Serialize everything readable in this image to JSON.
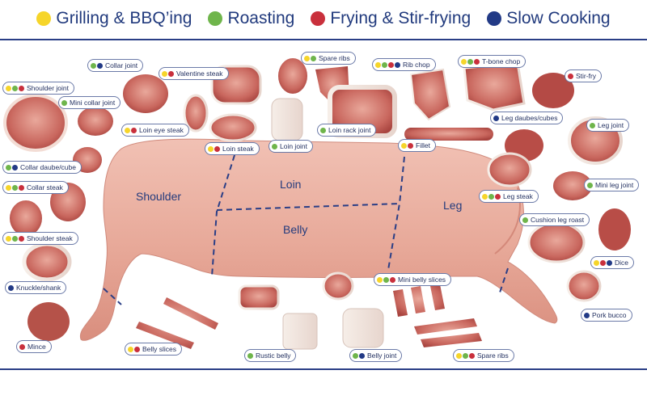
{
  "legend": [
    {
      "key": "grilling",
      "label": "Grilling & BBQ’ing",
      "color": "#f6d52a"
    },
    {
      "key": "roasting",
      "label": "Roasting",
      "color": "#6fb54b"
    },
    {
      "key": "frying",
      "label": "Frying & Stir-frying",
      "color": "#c9303c"
    },
    {
      "key": "slow",
      "label": "Slow Cooking",
      "color": "#223a86"
    }
  ],
  "sections": {
    "shoulder": "Shoulder",
    "loin": "Loin",
    "belly": "Belly",
    "leg": "Leg"
  },
  "cuts": {
    "shoulder_joint": "Shoulder joint",
    "mini_collar_joint": "Mini collar joint",
    "collar_joint": "Collar joint",
    "valentine_steak": "Valentine steak",
    "spare_ribs_top": "Spare ribs",
    "rib_chop": "Rib chop",
    "tbone_chop": "T-bone chop",
    "stir_fry": "Stir-fry",
    "loin_eye_steak": "Loin eye steak",
    "loin_rack_joint": "Loin rack joint",
    "loin_joint": "Loin joint",
    "loin_steak": "Loin steak",
    "fillet": "Fillet",
    "leg_daubes": "Leg daubes/cubes",
    "leg_joint": "Leg joint",
    "collar_daube": "Collar daube/cube",
    "collar_steak": "Collar steak",
    "mini_leg_joint": "Mini leg joint",
    "leg_steak": "Leg steak",
    "cushion_leg_roast": "Cushion leg roast",
    "shoulder_steak": "Shoulder steak",
    "dice": "Dice",
    "knuckle_shank": "Knuckle/shank",
    "mini_belly_slices": "Mini belly slices",
    "pork_bucco": "Pork bucco",
    "mince": "Mince",
    "belly_slices": "Belly slices",
    "rustic_belly": "Rustic belly",
    "belly_joint": "Belly joint",
    "spare_ribs_bottom": "Spare ribs"
  },
  "methods": {
    "shoulder_joint": [
      "grilling",
      "roasting",
      "frying"
    ],
    "mini_collar_joint": [
      "roasting"
    ],
    "collar_joint": [
      "roasting",
      "slow"
    ],
    "valentine_steak": [
      "grilling",
      "frying"
    ],
    "spare_ribs_top": [
      "grilling",
      "roasting"
    ],
    "rib_chop": [
      "grilling",
      "roasting",
      "frying",
      "slow"
    ],
    "tbone_chop": [
      "grilling",
      "roasting",
      "frying"
    ],
    "stir_fry": [
      "frying"
    ],
    "loin_eye_steak": [
      "grilling",
      "frying"
    ],
    "loin_rack_joint": [
      "roasting"
    ],
    "loin_joint": [
      "roasting"
    ],
    "loin_steak": [
      "grilling",
      "frying"
    ],
    "fillet": [
      "grilling",
      "frying"
    ],
    "leg_daubes": [
      "slow"
    ],
    "leg_joint": [
      "roasting"
    ],
    "collar_daube": [
      "roasting",
      "slow"
    ],
    "collar_steak": [
      "grilling",
      "roasting",
      "frying"
    ],
    "mini_leg_joint": [
      "roasting"
    ],
    "leg_steak": [
      "grilling",
      "roasting",
      "frying"
    ],
    "cushion_leg_roast": [
      "roasting"
    ],
    "shoulder_steak": [
      "grilling",
      "roasting",
      "frying"
    ],
    "dice": [
      "grilling",
      "frying",
      "slow"
    ],
    "knuckle_shank": [
      "slow"
    ],
    "mini_belly_slices": [
      "grilling",
      "roasting",
      "frying"
    ],
    "pork_bucco": [
      "slow"
    ],
    "mince": [
      "frying"
    ],
    "belly_slices": [
      "grilling",
      "frying"
    ],
    "rustic_belly": [
      "roasting"
    ],
    "belly_joint": [
      "roasting",
      "slow"
    ],
    "spare_ribs_bottom": [
      "grilling",
      "roasting",
      "frying"
    ]
  }
}
